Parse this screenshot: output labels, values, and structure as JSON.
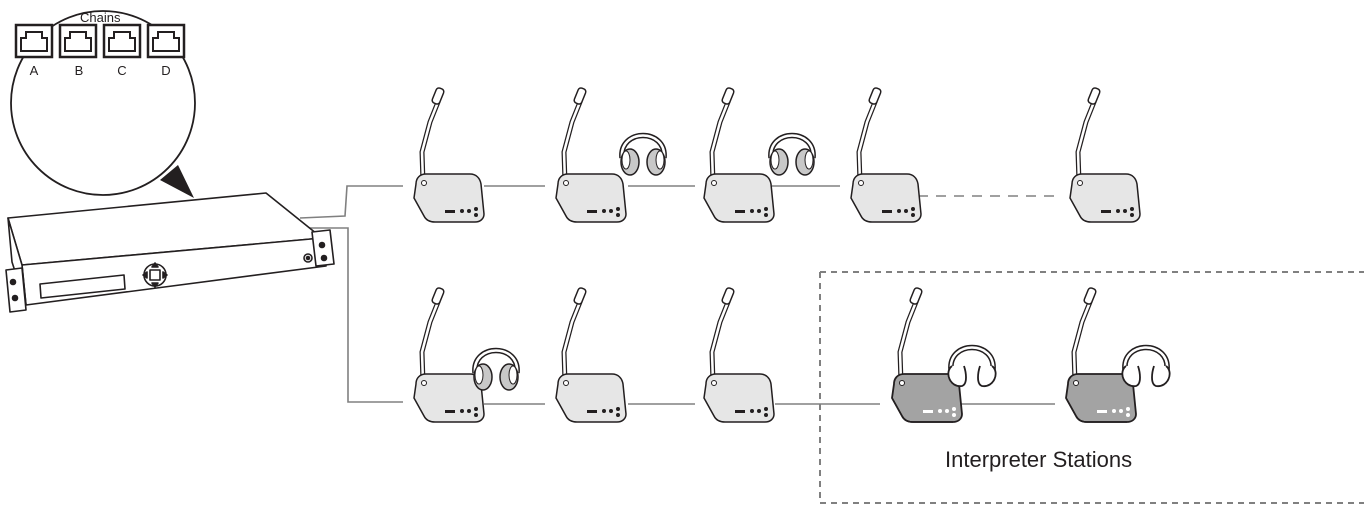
{
  "diagram": {
    "chains_title": "Chains",
    "ports": [
      "A",
      "B",
      "C",
      "D"
    ],
    "interpreter_label": "Interpreter Stations"
  },
  "colors": {
    "line": "#808080",
    "outline": "#231f20",
    "unit_fill": "#e6e6e6",
    "interpreter_fill": "#a3a3a3",
    "headphone_fill": "#c8c8c8"
  },
  "icons": [
    "rack-unit-icon",
    "ethernet-port-icon",
    "microphone-unit-icon",
    "headphones-icon",
    "interpreter-station-icon"
  ]
}
